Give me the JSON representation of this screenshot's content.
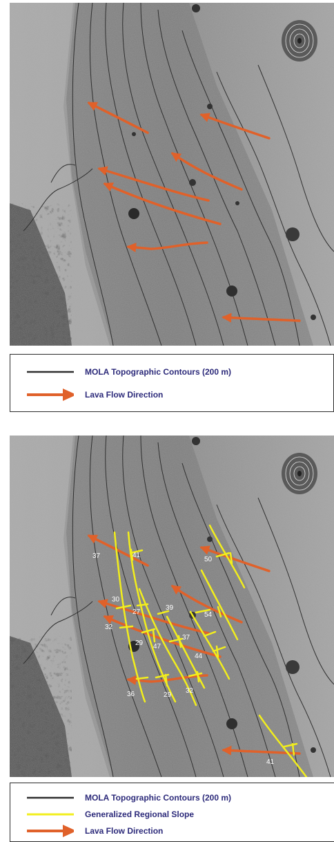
{
  "colors": {
    "contour": "#2f2f2f",
    "lava_flow": "#e0612a",
    "regional_slope": "#f2ee1c",
    "legend_text": "#2c2a7a"
  },
  "top_panel": {
    "legend": {
      "contours_label": "MOLA Topographic Contours (200 m)",
      "lava_label": "Lava Flow Direction"
    }
  },
  "bottom_panel": {
    "slope_values": [
      "37",
      "41",
      "50",
      "30",
      "27",
      "39",
      "54",
      "32",
      "29",
      "47",
      "37",
      "44",
      "36",
      "29",
      "32",
      "41"
    ],
    "legend": {
      "contours_label": "MOLA Topographic Contours (200 m)",
      "slope_label": "Generalized Regional Slope",
      "lava_label": "Lava Flow Direction"
    }
  }
}
